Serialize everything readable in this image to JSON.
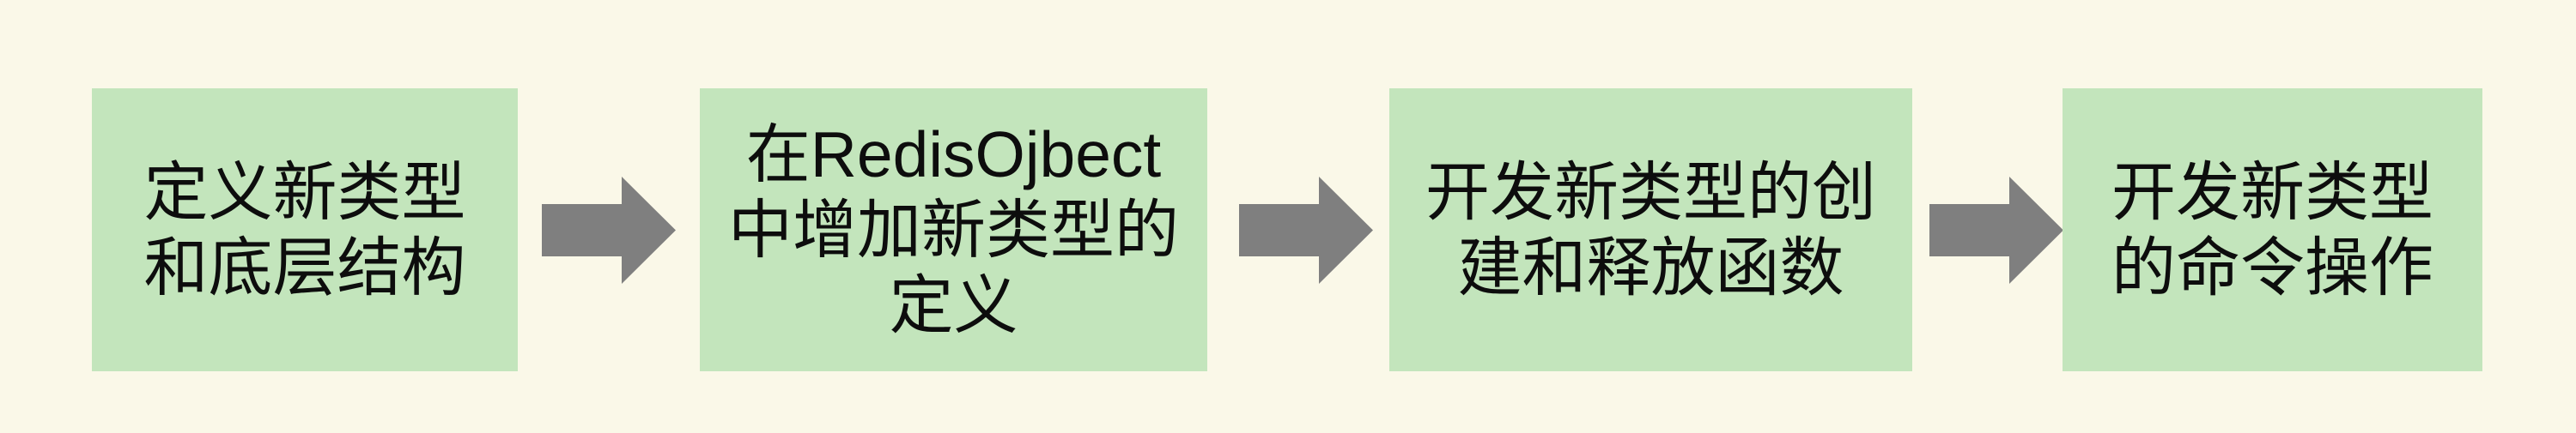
{
  "diagram": {
    "title_hint": "redis-new-type-development-flow",
    "background_color": "#faf8e8",
    "box_color": "#c3e5bc",
    "arrow_color": "#7f7f7f",
    "text_color": "#0d0d0d",
    "steps": [
      {
        "text": "定义新类型\n和底层结构"
      },
      {
        "text": "在RedisOjbect\n中增加新类型的\n定义"
      },
      {
        "text": "开发新类型的创\n建和释放函数"
      },
      {
        "text": "开发新类型\n的命令操作"
      }
    ]
  }
}
